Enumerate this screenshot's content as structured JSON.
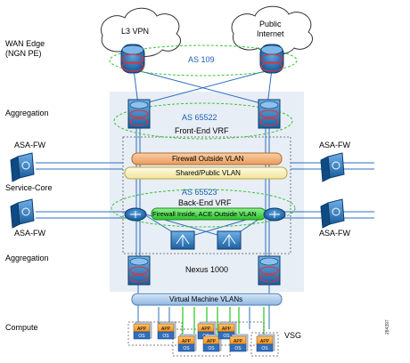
{
  "tiers": {
    "wan_edge": "WAN Edge\n(NGN PE)",
    "aggregation_top": "Aggregation",
    "service_core": "Service-Core",
    "aggregation_bottom": "Aggregation",
    "compute": "Compute"
  },
  "clouds": {
    "l3vpn": "L3 VPN",
    "internet": "Public\nInternet"
  },
  "as": {
    "as109": "AS 109",
    "as65522": "AS 65522",
    "as65523": "AS 65523"
  },
  "vrf": {
    "front_end": "Front-End VRF",
    "back_end": "Back-End VRF"
  },
  "vlans": {
    "firewall_outside": "Firewall Outside VLAN",
    "shared_public": "Shared/Public VLAN",
    "firewall_inside": "Firewall Inside, ACE Outside VLAN",
    "vm_vlans": "Virtual Machine VLANs"
  },
  "firewalls": {
    "top_left": "ASA-FW",
    "top_right": "ASA-FW",
    "bottom_left": "ASA-FW",
    "bottom_right": "ASA-FW"
  },
  "nexus": "Nexus 1000",
  "vsg": "VSG",
  "app": {
    "app": "APP",
    "os": "OS"
  },
  "figure_number": "284397",
  "colors": {
    "router_blue": "#1e6db3",
    "vlan_orange": "#f6b884",
    "vlan_yellow": "#fbf0b9",
    "vlan_green": "#4cd84c",
    "vm_vlan_blue": "#a8c8ea",
    "green_line": "#3fd13f",
    "shade": "#e8eef5"
  }
}
